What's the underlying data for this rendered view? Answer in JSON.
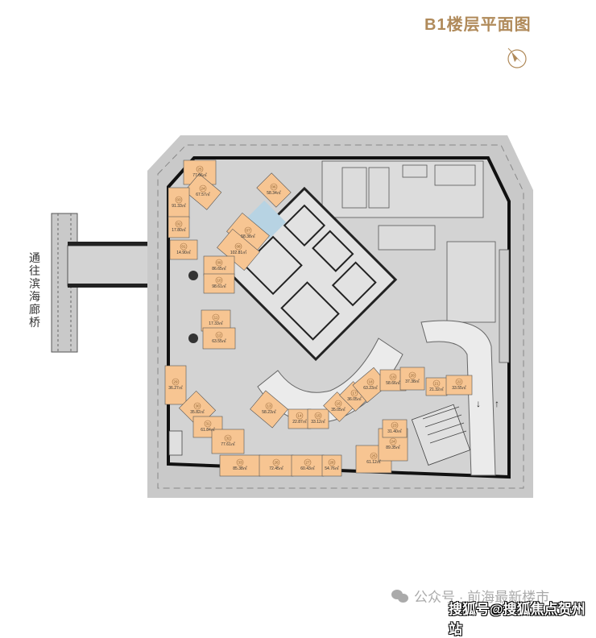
{
  "header": {
    "title": "B1楼层平面图"
  },
  "compass": {
    "icon": "north-arrow-icon"
  },
  "bridge_label": "通往滨海廊桥",
  "colors": {
    "unit": "#f7c592",
    "floor": "#d3d3d3",
    "outer": "#c9c9c9",
    "title": "#b08a5a"
  },
  "units": [
    {
      "no": "25",
      "area": "77.66㎡"
    },
    {
      "no": "24",
      "area": "67.57㎡"
    },
    {
      "no": "03",
      "area": "91.33㎡"
    },
    {
      "no": "02",
      "area": "17.80㎡"
    },
    {
      "no": "01",
      "area": "14.90㎡"
    },
    {
      "no": "06",
      "area": "58.34㎡"
    },
    {
      "no": "07",
      "area": "58.38㎡"
    },
    {
      "no": "08",
      "area": "102.81㎡"
    },
    {
      "no": "09",
      "area": "86.65㎡"
    },
    {
      "no": "10",
      "area": "98.61㎡"
    },
    {
      "no": "11",
      "area": "17.33㎡"
    },
    {
      "no": "12",
      "area": "63.55㎡"
    },
    {
      "no": "29",
      "area": "36.27㎡"
    },
    {
      "no": "30",
      "area": "35.82㎡"
    },
    {
      "no": "31",
      "area": "61.84㎡"
    },
    {
      "no": "32",
      "area": "77.61㎡"
    },
    {
      "no": "33",
      "area": "85.38㎡"
    },
    {
      "no": "26",
      "area": "72.45㎡"
    },
    {
      "no": "27",
      "area": "60.43㎡"
    },
    {
      "no": "28",
      "area": "54.76㎡"
    },
    {
      "no": "25",
      "area": "61.12㎡"
    },
    {
      "no": "24",
      "area": "89.35㎡"
    },
    {
      "no": "23",
      "area": "31.40㎡"
    },
    {
      "no": "13",
      "area": "58.23㎡"
    },
    {
      "no": "14",
      "area": "22.87㎡"
    },
    {
      "no": "15",
      "area": "33.12㎡"
    },
    {
      "no": "16",
      "area": "35.05㎡"
    },
    {
      "no": "17",
      "area": "36.05㎡"
    },
    {
      "no": "18",
      "area": "63.23㎡"
    },
    {
      "no": "19",
      "area": "58.66㎡"
    },
    {
      "no": "20",
      "area": "37.38㎡"
    },
    {
      "no": "21",
      "area": "21.32㎡"
    },
    {
      "no": "22",
      "area": "33.55㎡"
    }
  ],
  "watermark": {
    "line1": "公众号 · 前海最新楼市",
    "line2": "搜狐号@搜狐焦点贺州站"
  }
}
